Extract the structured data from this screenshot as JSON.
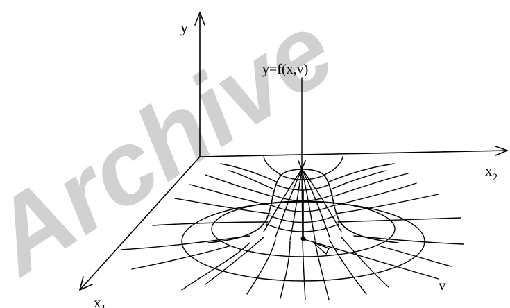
{
  "labels": {
    "y_axis": "y",
    "x2_axis": "x",
    "x2_sub": "2",
    "x1_axis": "x",
    "x1_sub": "1",
    "function": "y=f(x,v)",
    "v_label": "v"
  },
  "watermark": {
    "text": "Archive",
    "color": "#c9c9c9"
  },
  "colors": {
    "ink": "#000000",
    "background": "#ffffff"
  }
}
